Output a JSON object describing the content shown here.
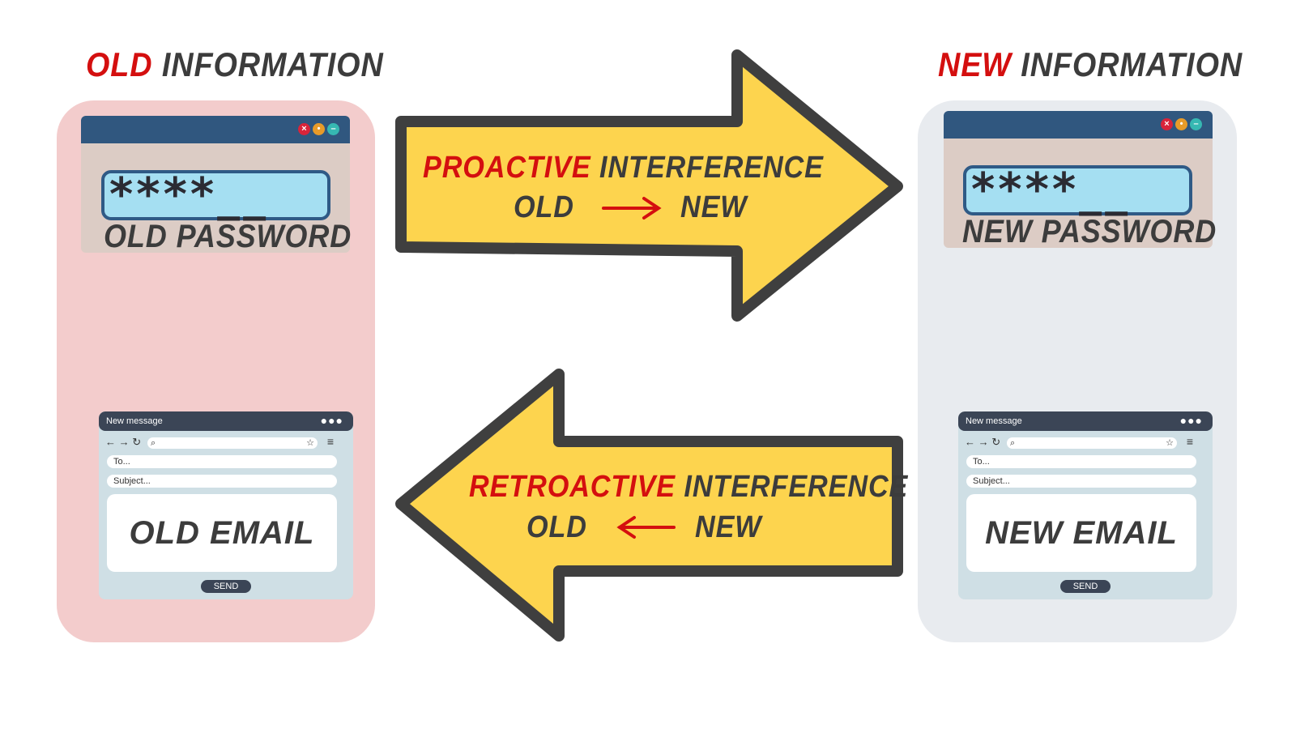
{
  "left": {
    "heading_accent": "OLD",
    "heading_rest": "INFORMATION",
    "password_mask": "****__",
    "password_label": "OLD PASSWORD",
    "email": {
      "title": "New message",
      "to": "To...",
      "subject": "Subject...",
      "body": "OLD EMAIL",
      "send": "SEND"
    }
  },
  "right": {
    "heading_accent": "NEW",
    "heading_rest": "INFORMATION",
    "password_mask": "****__",
    "password_label": "NEW PASSWORD",
    "email": {
      "title": "New message",
      "to": "To...",
      "subject": "Subject...",
      "body": "NEW EMAIL",
      "send": "SEND"
    }
  },
  "proactive": {
    "accent": "PROACTIVE",
    "rest": "INTERFERENCE",
    "from": "OLD",
    "to": "NEW"
  },
  "retroactive": {
    "accent": "RETROACTIVE",
    "rest": "INTERFERENCE",
    "from": "OLD",
    "to": "NEW"
  },
  "colors": {
    "accent_red": "#d40f0f",
    "arrow_fill": "#fdd44e",
    "arrow_stroke": "#3f3f3f",
    "left_panel": "#f3cccc",
    "right_panel": "#e8ebef"
  }
}
